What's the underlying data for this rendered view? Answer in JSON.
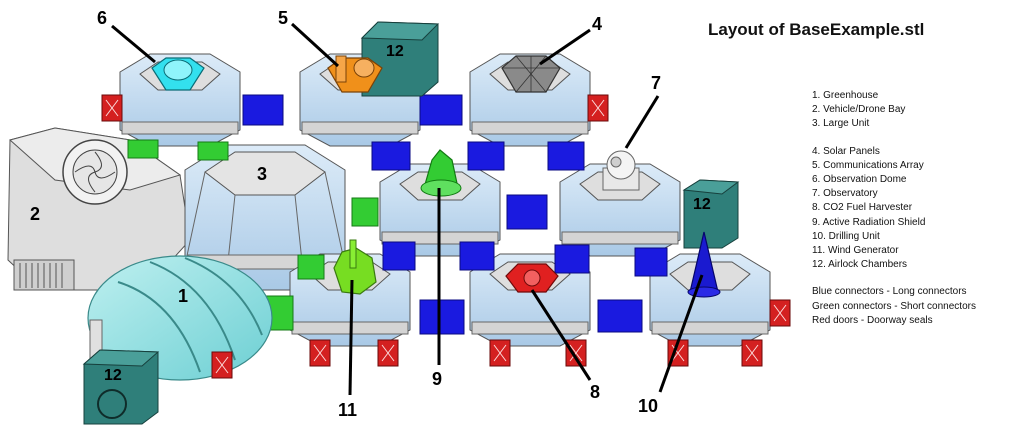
{
  "title": "Layout of BaseExample.stl",
  "legend": {
    "group1": [
      "1. Greenhouse",
      "2. Vehicle/Drone Bay",
      "3. Large Unit"
    ],
    "group2": [
      "4. Solar Panels",
      "5. Communications Array",
      "6. Observation Dome",
      "7. Observatory",
      "8. CO2 Fuel Harvester",
      "9. Active Radiation Shield",
      "10. Drilling Unit",
      "11. Wind Generator",
      "12. Airlock Chambers"
    ],
    "group3": [
      "Blue connectors - Long connectors",
      "Green connectors - Short connectors",
      "Red doors - Doorway seals"
    ]
  },
  "callouts": {
    "n1": "1",
    "n2": "2",
    "n3": "3",
    "n4": "4",
    "n5": "5",
    "n6": "6",
    "n7": "7",
    "n8": "8",
    "n9": "9",
    "n10": "10",
    "n11": "11",
    "airlock_a": "12",
    "airlock_b": "12",
    "airlock_c": "12"
  },
  "colors": {
    "module_wall": "#c5ddf2",
    "module_frame": "#d8d8d8",
    "long_connector": "#1a1ae0",
    "short_connector": "#33cc33",
    "doorway_seal": "#d42020",
    "airlock": "#2f7f7a",
    "greenhouse": "#8fe0e0",
    "observation_dome": "#33e0ee",
    "comms_array": "#f0901a",
    "fuel_harvester": "#e02020",
    "drill": "#1a1ad0",
    "solar_panels": "#888888",
    "observatory": "#eeeeee"
  }
}
